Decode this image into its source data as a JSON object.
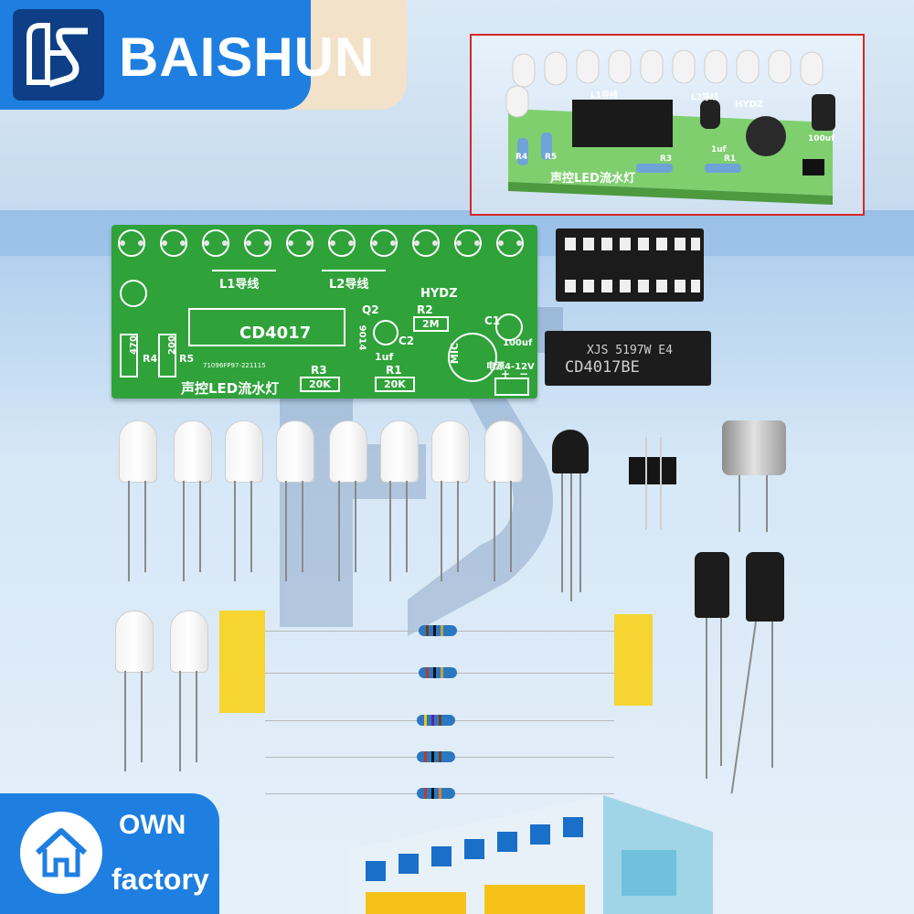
{
  "brand": {
    "name": "BAISHUN",
    "logo_letters": "HS"
  },
  "pcb": {
    "label_l1": "L1导线",
    "label_l2": "L2导线",
    "maker": "HYDZ",
    "chip_label": "CD4017",
    "q2": "Q2",
    "q2_part": "9014",
    "r2": "R2",
    "r2_val": "2M",
    "c1": "C1",
    "c1_val": "100uf",
    "c2": "C2",
    "c2_val": "1uf",
    "r4": "R4",
    "r4_val": "470",
    "r5": "R5",
    "r5_val": "200",
    "r3": "R3",
    "r3_val": "20K",
    "r1": "R1",
    "r1_val": "20K",
    "mic": "MIC",
    "power": "电源4-12V",
    "title": "声控LED流水灯",
    "serial": "71096FP97-221115",
    "plus": "+",
    "minus": "−"
  },
  "ic": {
    "line1": "XJS 5197W E4",
    "line2": "CD4017BE"
  },
  "inset": {
    "board_title": "声控LED流水灯",
    "maker": "HYDZ",
    "label_l1": "L1导线",
    "label_l2": "L2导线",
    "cap_val": "100uf",
    "c2_val": "1uf",
    "r4": "R4",
    "r5": "R5",
    "r3": "R3",
    "r1": "R1"
  },
  "badge": {
    "line1": "OWN",
    "line2": "factory"
  },
  "colors": {
    "brand_blue": "#1e7fe0",
    "pcb_green": "#2fa23a",
    "inset_border": "#d42828"
  }
}
